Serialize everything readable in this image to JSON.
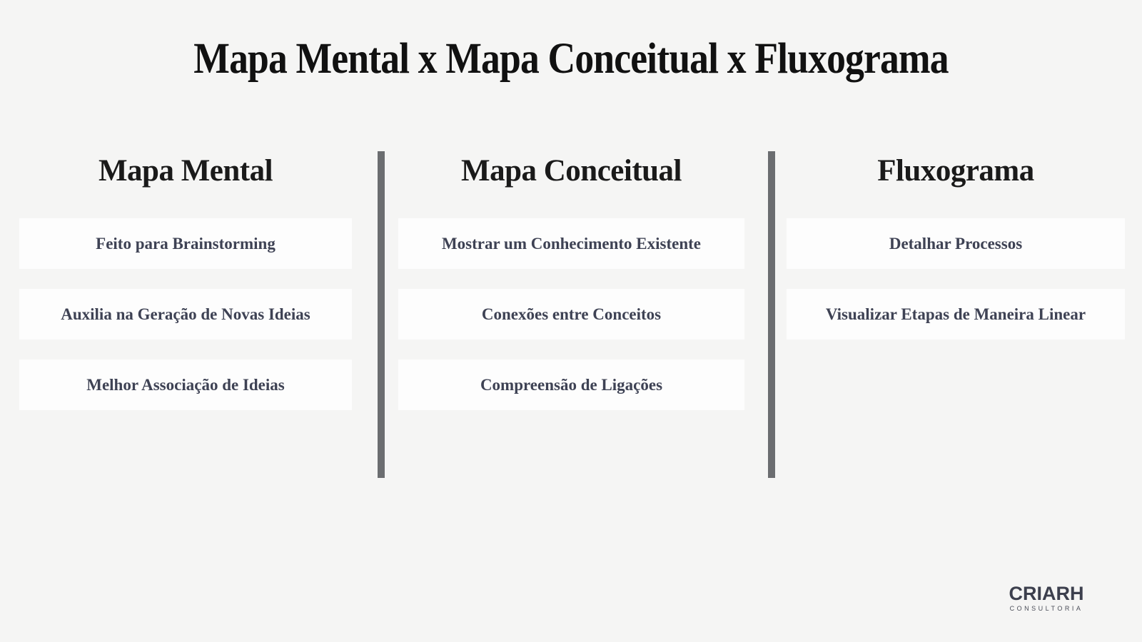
{
  "page": {
    "title": "Mapa Mental x Mapa Conceitual x Fluxograma"
  },
  "columns": [
    {
      "heading": "Mapa Mental",
      "items": [
        "Feito para Brainstorming",
        "Auxilia na Geração de Novas Ideias",
        "Melhor Associação de Ideias"
      ]
    },
    {
      "heading": "Mapa Conceitual",
      "items": [
        "Mostrar um Conhecimento Existente",
        "Conexões entre Conceitos",
        "Compreensão de Ligações"
      ]
    },
    {
      "heading": "Fluxograma",
      "items": [
        "Detalhar Processos",
        "Visualizar Etapas de Maneira Linear"
      ]
    }
  ],
  "logo": {
    "name": "CRIARH",
    "tagline": "CONSULTORIA"
  },
  "colors": {
    "background": "#f5f5f4",
    "box": "#fdfdfd",
    "divider": "#6b6d70",
    "heading": "#1a1a1a",
    "item_text": "#3e4254",
    "logo_text": "#3c3f4d"
  }
}
